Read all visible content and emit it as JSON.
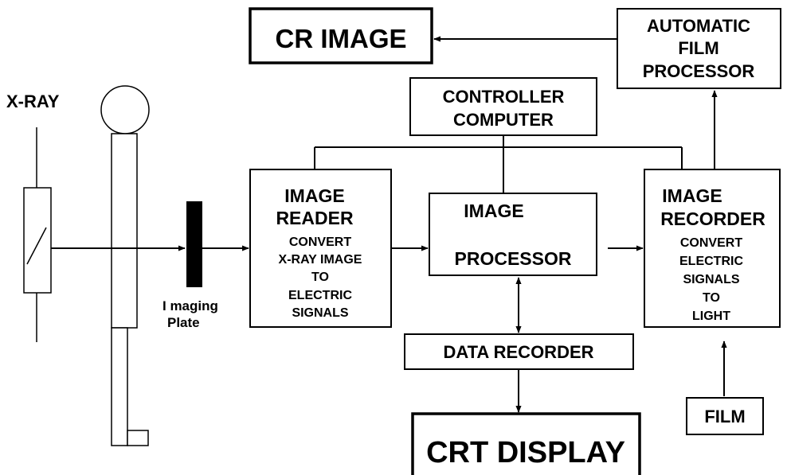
{
  "source": {
    "label": "X-RAY"
  },
  "plate": {
    "line1": "I maging",
    "line2": "Plate"
  },
  "cr_image": {
    "label": "CR IMAGE"
  },
  "film_processor": {
    "line1": "AUTOMATIC",
    "line2": "FILM",
    "line3": "PROCESSOR"
  },
  "controller": {
    "line1": "CONTROLLER",
    "line2": "COMPUTER"
  },
  "image_reader": {
    "title1": "IMAGE",
    "title2": "READER",
    "desc1": "CONVERT",
    "desc2": "X-RAY IMAGE",
    "desc3": "TO",
    "desc4": "ELECTRIC",
    "desc5": "SIGNALS"
  },
  "image_processor": {
    "line1": "IMAGE",
    "line2": "PROCESSOR"
  },
  "image_recorder": {
    "title1": "IMAGE",
    "title2": "RECORDER",
    "desc1": "CONVERT",
    "desc2": "ELECTRIC",
    "desc3": "SIGNALS",
    "desc4": "TO",
    "desc5": "LIGHT"
  },
  "data_recorder": {
    "label": "DATA RECORDER"
  },
  "crt_display": {
    "label": "CRT DISPLAY"
  },
  "film": {
    "label": "FILM"
  }
}
